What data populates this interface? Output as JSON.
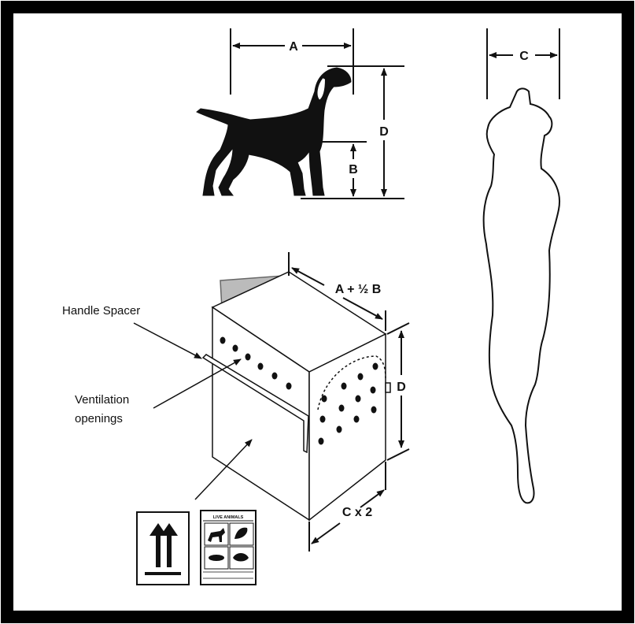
{
  "dimension_labels": {
    "a": "A",
    "b": "B",
    "c": "C",
    "d_dog": "D",
    "crate_length": "A + ½ B",
    "crate_height": "D",
    "crate_width": "C x 2"
  },
  "callouts": {
    "handle_spacer": "Handle Spacer",
    "ventilation_line1": "Ventilation",
    "ventilation_line2": "openings"
  },
  "label_card": {
    "title": "LIVE ANIMALS"
  },
  "colors": {
    "border": "#000000",
    "ink": "#111111",
    "paper": "#ffffff"
  }
}
